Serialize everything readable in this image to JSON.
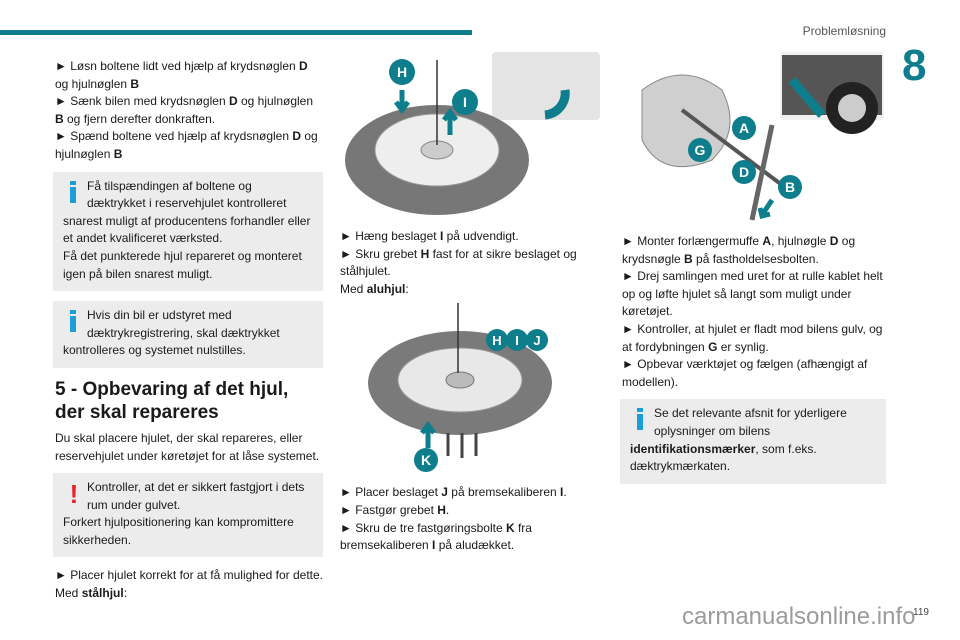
{
  "header": {
    "section": "Problemløsning",
    "chapter": "8"
  },
  "col1": {
    "bullets": [
      [
        {
          "t": "► Løsn boltene lidt ved hjælp af krydsnøglen "
        },
        {
          "t": "D",
          "b": 1
        },
        {
          "t": " og hjulnøglen "
        },
        {
          "t": "B",
          "b": 1
        }
      ],
      [
        {
          "t": "► Sænk bilen med krydsnøglen "
        },
        {
          "t": "D",
          "b": 1
        },
        {
          "t": " og hjulnøglen "
        },
        {
          "t": "B",
          "b": 1
        },
        {
          "t": " og fjern derefter donkraften."
        }
      ],
      [
        {
          "t": "► Spænd boltene ved hjælp af krydsnøglen "
        },
        {
          "t": "D",
          "b": 1
        },
        {
          "t": " og hjulnøglen "
        },
        {
          "t": "B",
          "b": 1
        }
      ]
    ],
    "info1": [
      [
        {
          "t": "Få tilspændingen af boltene og dæktrykket i reservehjulet kontrolleret snarest muligt af producentens forhandler eller et andet kvalificeret værksted."
        }
      ],
      [
        {
          "t": "Få det punkterede hjul repareret og monteret igen på bilen snarest muligt."
        }
      ]
    ],
    "info2": [
      [
        {
          "t": "Hvis din bil er udstyret med dæktrykregistrering, skal dæktrykket kontrolleres og systemet nulstilles."
        }
      ]
    ],
    "heading": "5 - Opbevaring af det hjul, der skal repareres",
    "intro": [
      [
        {
          "t": "Du skal placere hjulet, der skal repareres, eller reservehjulet under køretøjet for at låse systemet."
        }
      ]
    ],
    "warning": [
      [
        {
          "t": "Kontroller, at det er sikkert fastgjort i dets rum under gulvet."
        }
      ],
      [
        {
          "t": "Forkert hjulpositionering kan kompromittere sikkerheden."
        }
      ]
    ],
    "after": [
      [
        {
          "t": "► Placer hjulet korrekt for at få mulighed for dette."
        }
      ],
      [
        {
          "t": "Med "
        },
        {
          "t": "stålhjul",
          "b": 1
        },
        {
          "t": ":"
        }
      ]
    ]
  },
  "col2": {
    "fig1_labels": [
      "H",
      "I"
    ],
    "text1": [
      [
        {
          "t": "► Hæng beslaget "
        },
        {
          "t": "I",
          "b": 1
        },
        {
          "t": " på udvendigt."
        }
      ],
      [
        {
          "t": "► Skru grebet "
        },
        {
          "t": "H",
          "b": 1
        },
        {
          "t": " fast for at sikre beslaget og stålhjulet."
        }
      ],
      [
        {
          "t": "Med "
        },
        {
          "t": "aluhjul",
          "b": 1
        },
        {
          "t": ":"
        }
      ]
    ],
    "fig2_labels": [
      "H",
      "I",
      "J",
      "K"
    ],
    "text2": [
      [
        {
          "t": "► Placer beslaget "
        },
        {
          "t": "J",
          "b": 1
        },
        {
          "t": " på bremsekaliberen "
        },
        {
          "t": "I",
          "b": 1
        },
        {
          "t": "."
        }
      ],
      [
        {
          "t": "► Fastgør grebet "
        },
        {
          "t": "H",
          "b": 1
        },
        {
          "t": "."
        }
      ],
      [
        {
          "t": "► Skru de tre fastgøringsbolte "
        },
        {
          "t": "K",
          "b": 1
        },
        {
          "t": " fra bremsekaliberen "
        },
        {
          "t": "I",
          "b": 1
        },
        {
          "t": " på aludækket."
        }
      ]
    ]
  },
  "col3": {
    "fig_labels": [
      "A",
      "G",
      "D",
      "B"
    ],
    "text": [
      [
        {
          "t": "► Monter forlængermuffe "
        },
        {
          "t": "A",
          "b": 1
        },
        {
          "t": ", hjulnøgle "
        },
        {
          "t": "D",
          "b": 1
        },
        {
          "t": " og krydsnøgle "
        },
        {
          "t": "B",
          "b": 1
        },
        {
          "t": " på fastholdelsesbolten."
        }
      ],
      [
        {
          "t": "► Drej samlingen med uret for at rulle kablet helt op og løfte hjulet så langt som muligt under køretøjet."
        }
      ],
      [
        {
          "t": "► Kontroller, at hjulet er fladt mod bilens gulv, og at fordybningen "
        },
        {
          "t": "G",
          "b": 1
        },
        {
          "t": " er synlig."
        }
      ],
      [
        {
          "t": "► Opbevar værktøjet og fælgen (afhængigt af modellen)."
        }
      ]
    ],
    "info": [
      [
        {
          "t": "Se det relevante afsnit for yderligere oplysninger om bilens "
        },
        {
          "t": "identifikationsmærker",
          "b": 1
        },
        {
          "t": ", som f.eks. dæktrykmærkaten."
        }
      ]
    ]
  },
  "footer": {
    "page": "119",
    "watermark": "carmanualsonline.info"
  },
  "colors": {
    "accent": "#0e7d8c",
    "info": "#1a9fd6",
    "warning": "#e8202a",
    "box": "#ececec"
  }
}
